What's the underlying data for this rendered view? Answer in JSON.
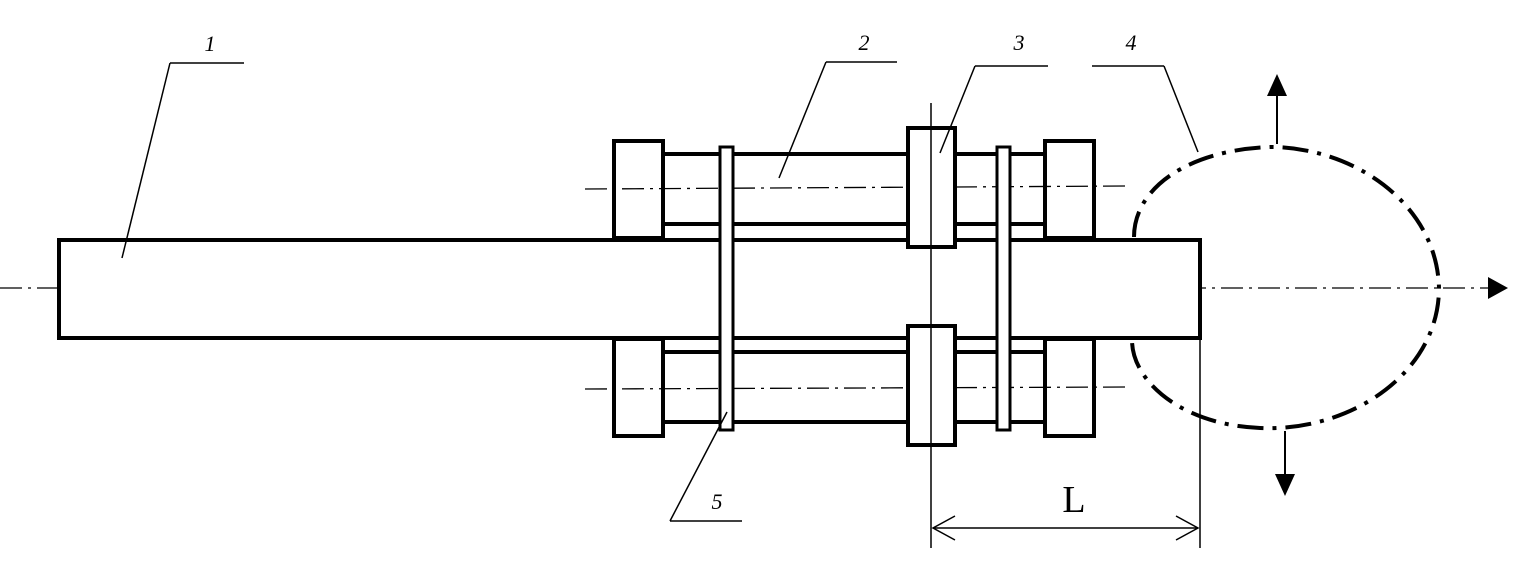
{
  "labels": {
    "part_1": "1",
    "part_2": "2",
    "part_3": "3",
    "part_4": "4",
    "part_5": "5",
    "dimension_L": "L"
  }
}
